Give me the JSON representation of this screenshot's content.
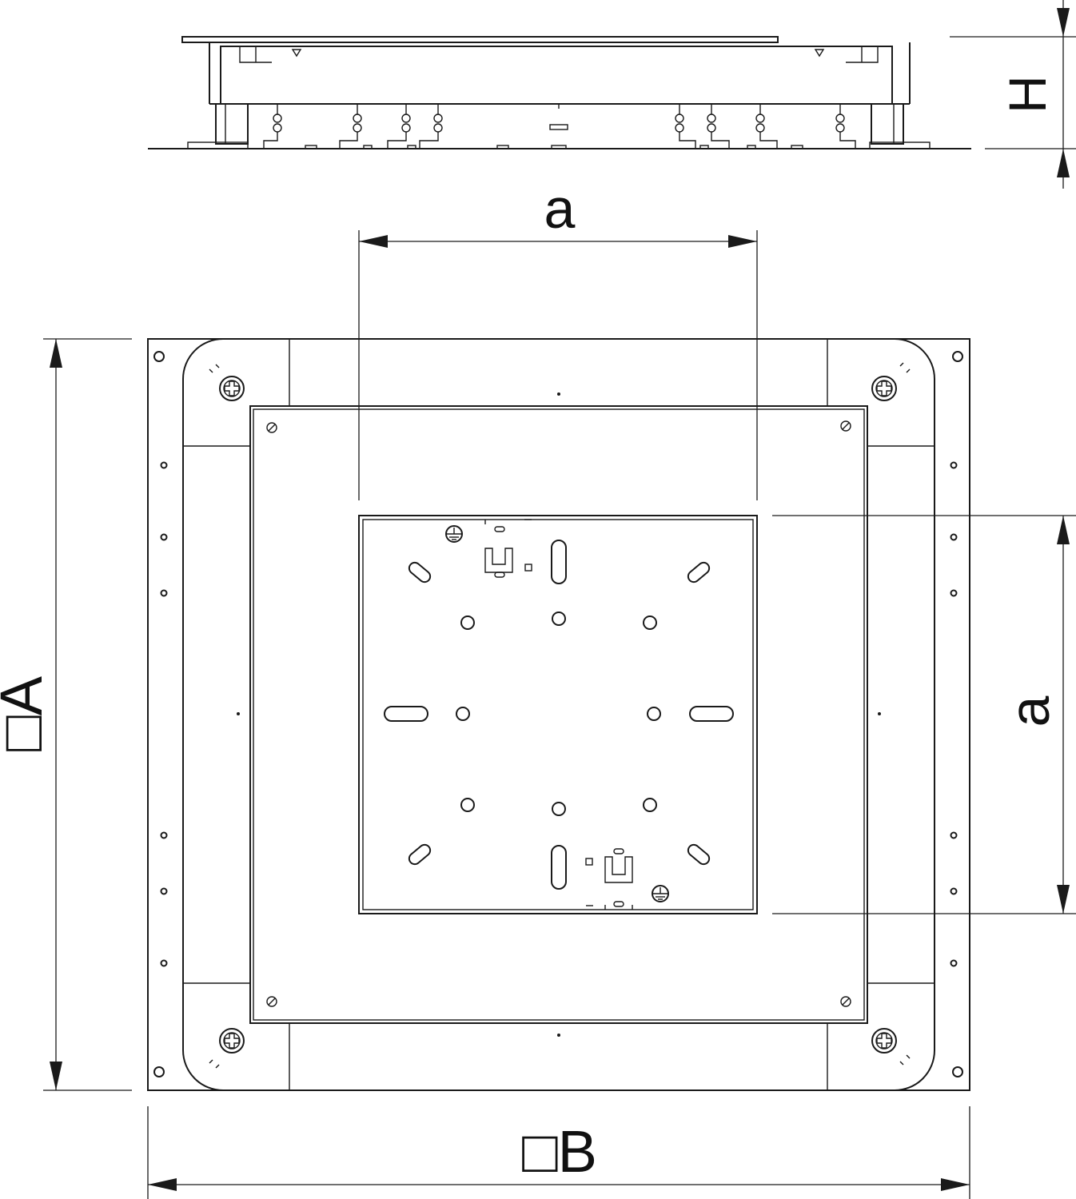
{
  "labels": {
    "dim_a_top": "a",
    "dim_a_right": "a",
    "dim_A": "□A",
    "dim_B": "□B",
    "dim_H": "H"
  },
  "colors": {
    "line": "#1a1a1a",
    "background": "#ffffff"
  }
}
